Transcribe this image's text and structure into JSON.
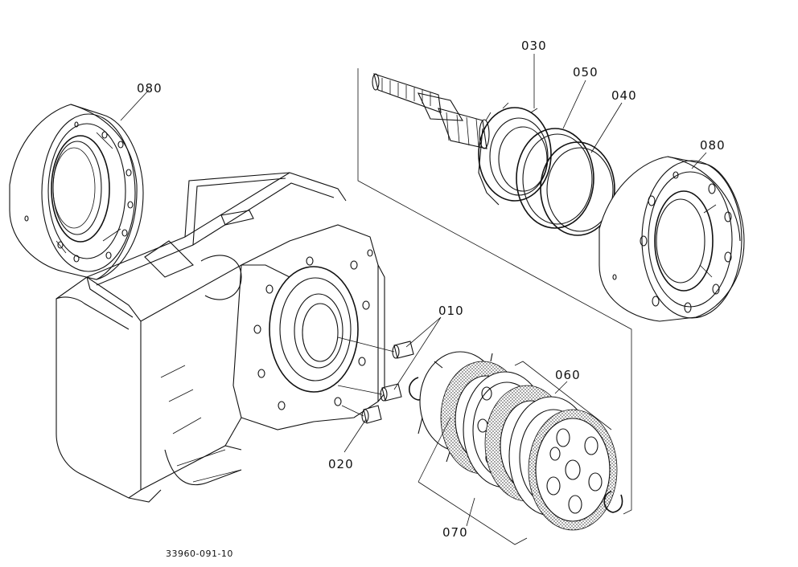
{
  "labels": {
    "p010": "010",
    "p020": "020",
    "p030": "030",
    "p040": "040",
    "p050": "050",
    "p060": "060",
    "p070": "070",
    "p080_left": "080",
    "p080_right": "080"
  },
  "drawing_code": "33960-091-10"
}
